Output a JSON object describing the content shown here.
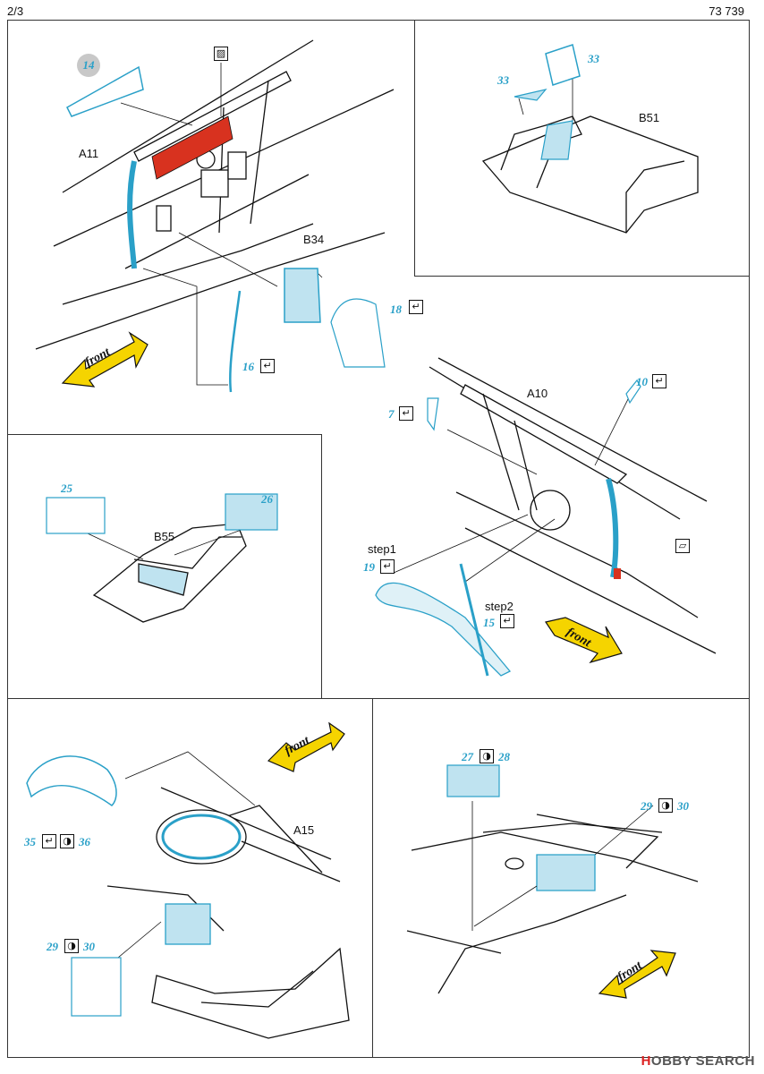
{
  "header": {
    "page": "2/3",
    "code": "73 739"
  },
  "labels": {
    "a11": "A11",
    "b34": "B34",
    "b51": "B51",
    "a10": "A10",
    "b55": "B55",
    "a15": "A15",
    "step1": "step1",
    "step2": "step2",
    "front": "front"
  },
  "parts": {
    "p14": "14",
    "p33a": "33",
    "p33b": "33",
    "p18": "18",
    "p16": "16",
    "p10": "10",
    "p7": "7",
    "p25": "25",
    "p26": "26",
    "p19": "19",
    "p15": "15",
    "p27": "27",
    "p28": "28",
    "p29a": "29",
    "p30a": "30",
    "p35": "35",
    "p36": "36",
    "p29b": "29",
    "p30b": "30"
  },
  "watermark": {
    "brand_h": "H",
    "brand_rest": "OBBY SEARCH"
  },
  "colors": {
    "etch": "#2aa0c8",
    "fill_light": "#bfe3f0",
    "red": "#d8321f",
    "arrow": "#f5d400"
  }
}
